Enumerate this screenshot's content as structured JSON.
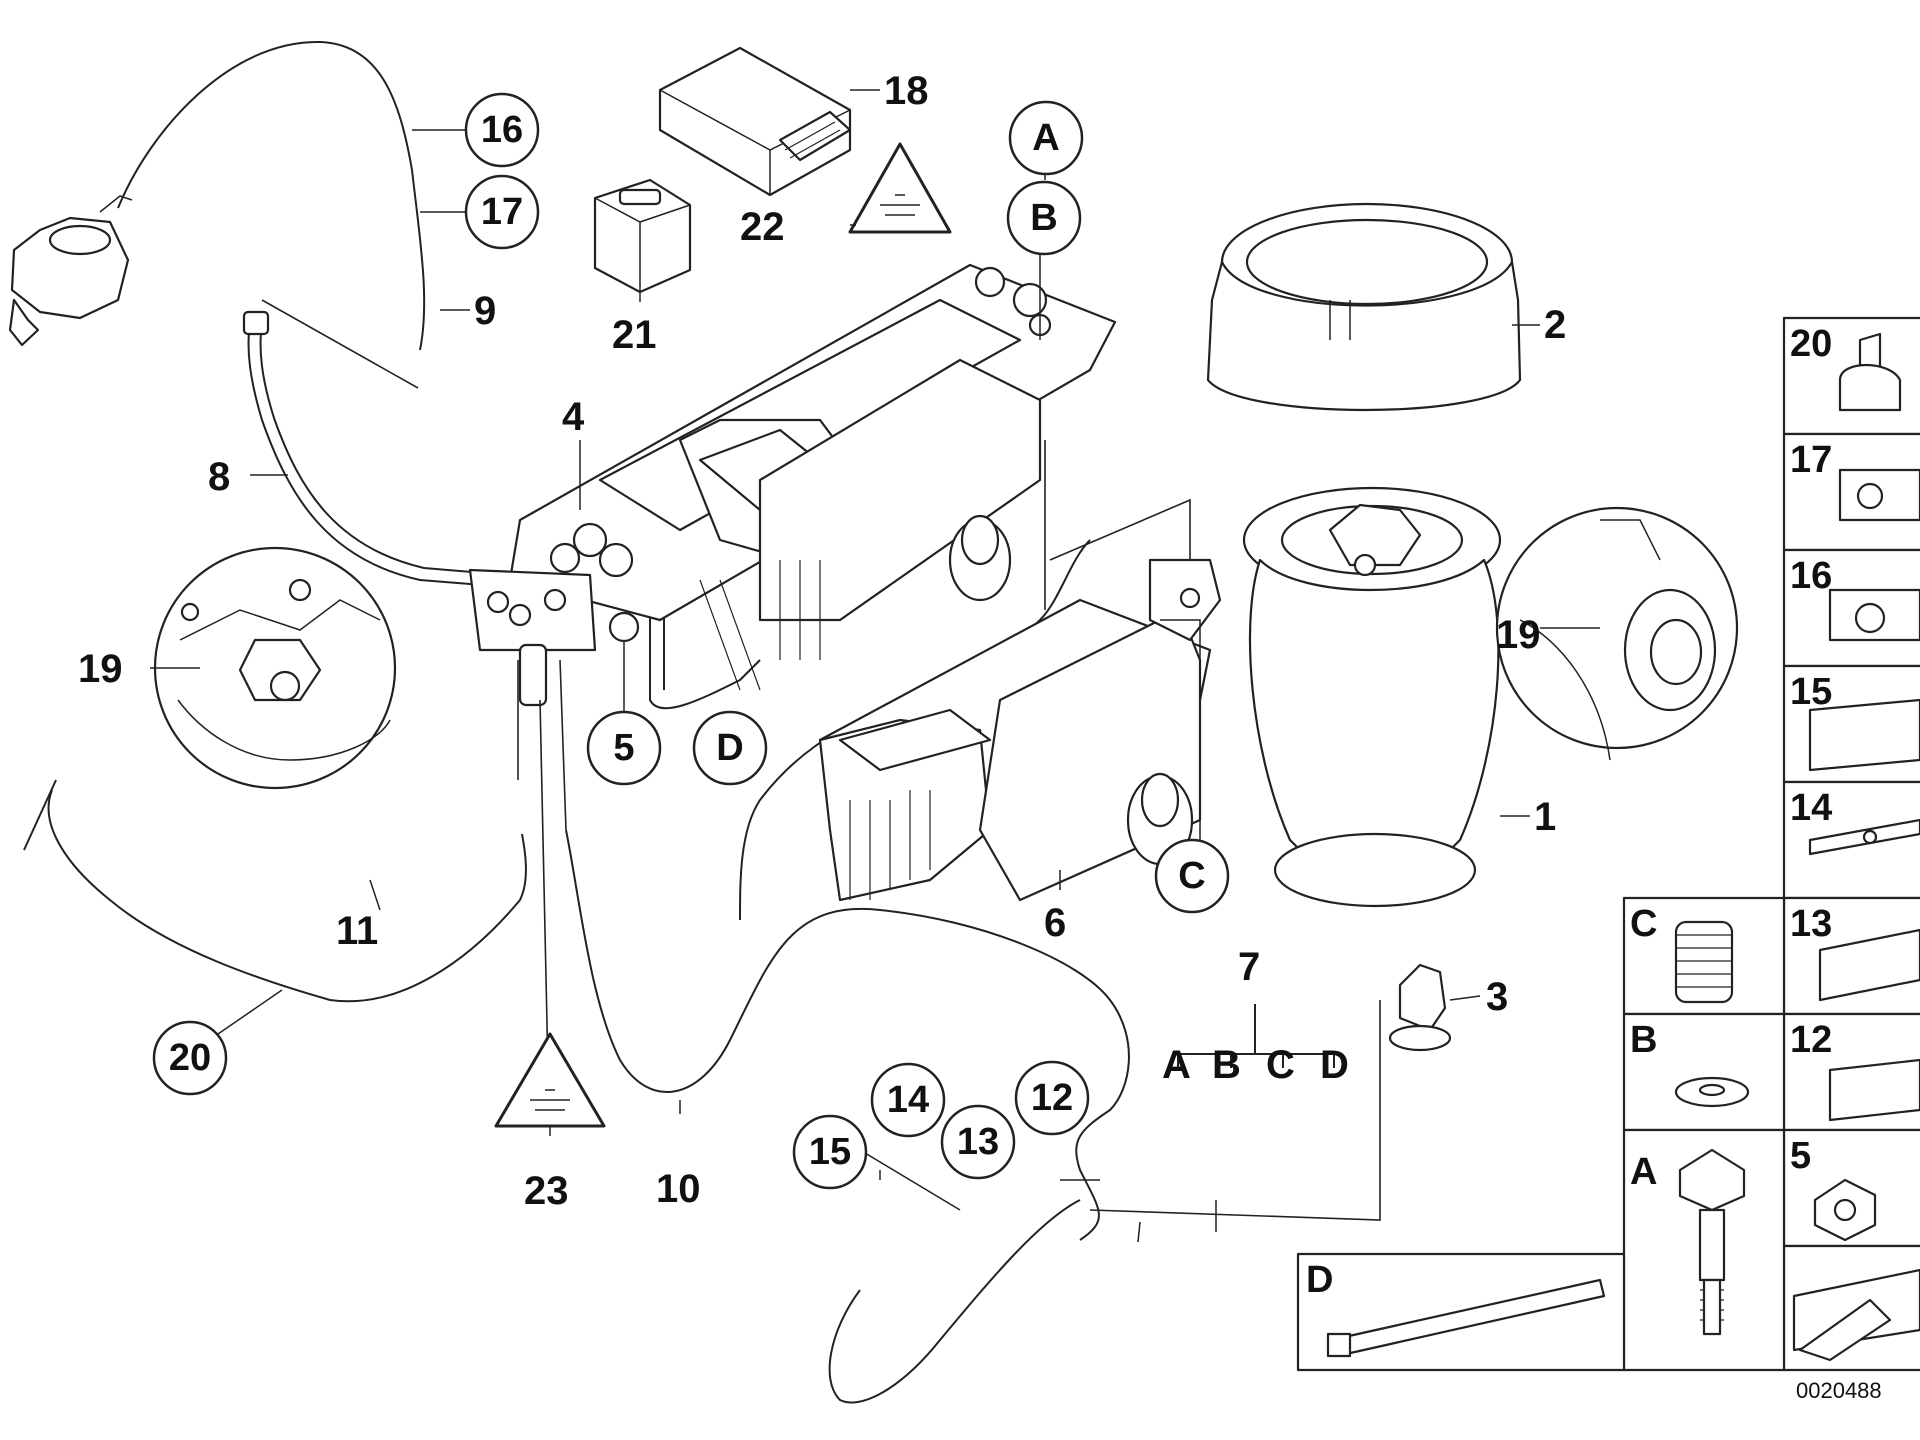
{
  "diagram_id": "0020488",
  "numbered_labels": {
    "p1": "1",
    "p2": "2",
    "p3": "3",
    "p4": "4",
    "p6": "6",
    "p7": "7",
    "p8": "8",
    "p9": "9",
    "p10": "10",
    "p11": "11",
    "p18": "18",
    "p21": "21",
    "p22": "22",
    "p23": "23"
  },
  "callouts": {
    "c16": "16",
    "c17": "17",
    "c19a": "19",
    "c20": "20",
    "c5": "5",
    "cD": "D",
    "cA": "A",
    "cB": "B",
    "cC": "C",
    "c14": "14",
    "c13": "13",
    "c12": "12",
    "c15": "15"
  },
  "inset_labels": {
    "left_19": "19",
    "right_19": "19"
  },
  "kit_7": {
    "label": "7",
    "items": [
      "A",
      "B",
      "C",
      "D"
    ]
  },
  "parts_grid": {
    "right_column": [
      "20",
      "17",
      "16",
      "15",
      "14",
      "13",
      "12",
      "5"
    ],
    "middle_column": [
      "C",
      "B",
      "A"
    ],
    "bottom_left": "D"
  }
}
